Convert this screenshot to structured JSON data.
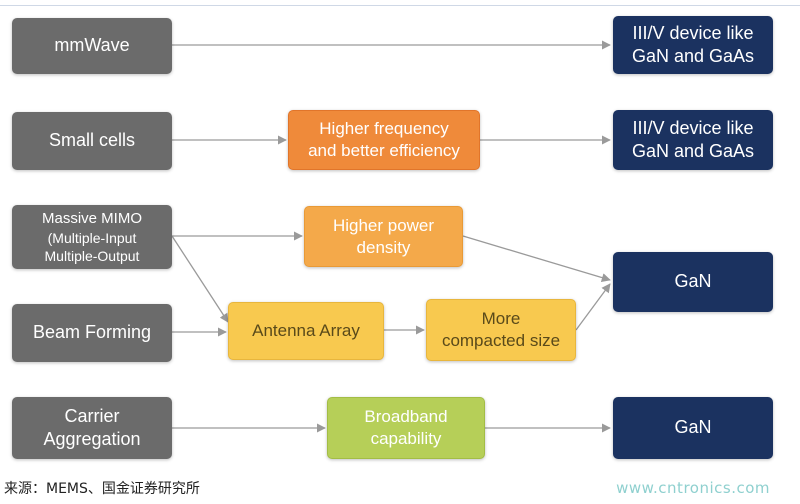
{
  "sources": {
    "mmwave": "mmWave",
    "small_cells": "Small cells",
    "massive_mimo": [
      "Massive MIMO",
      "(Multiple-Input",
      "Multiple-Output"
    ],
    "beam_forming": "Beam Forming",
    "carrier_aggregation": [
      "Carrier",
      "Aggregation"
    ]
  },
  "intermediates": {
    "higher_frequency": [
      "Higher frequency",
      "and better efficiency"
    ],
    "higher_power": [
      "Higher power",
      "density"
    ],
    "antenna_array": "Antenna Array",
    "more_compacted": [
      "More",
      "compacted size"
    ],
    "broadband": [
      "Broadband",
      "capability"
    ]
  },
  "devices": {
    "device1": [
      "III/V device like",
      "GaN and GaAs"
    ],
    "device2": [
      "III/V device like",
      "GaN and GaAs"
    ],
    "device3": "GaN",
    "device4": "GaN"
  },
  "caption": "来源：MEMS、国金证券研究所",
  "watermark": "www.cntronics.com",
  "colors": {
    "source_box": "#6b6b6b",
    "device_box": "#1b3260",
    "orange": "#ef8a3a",
    "light_orange": "#f4a94a",
    "yellow": "#f8c94f",
    "green": "#b6cf58",
    "arrow": "#9a9a9a"
  }
}
